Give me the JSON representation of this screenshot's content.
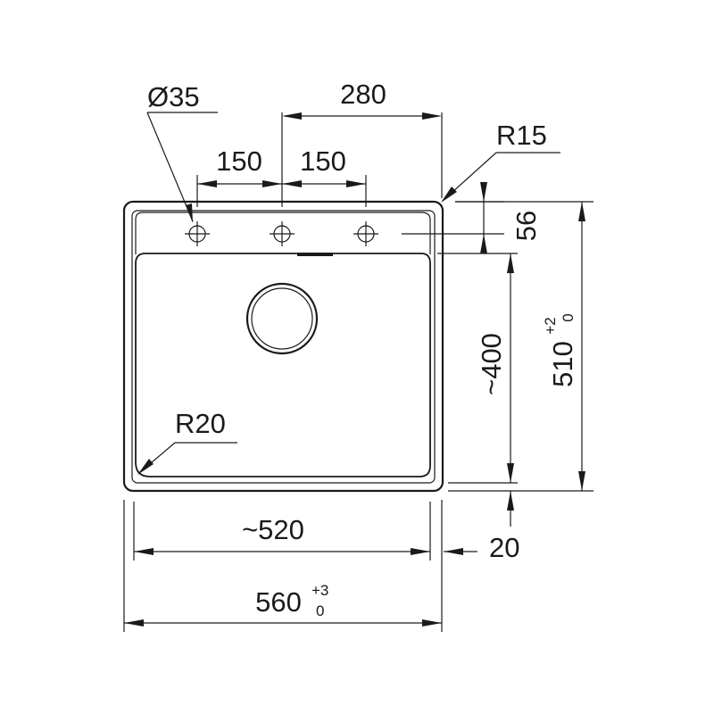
{
  "drawing": {
    "labels": {
      "dia_tap": "Ø35",
      "dim_280": "280",
      "dim_150_left": "150",
      "dim_150_right": "150",
      "radius_corner_outer": "R15",
      "dim_56": "56",
      "dim_400": "~400",
      "dim_510": "510",
      "tol_510_upper": "+2",
      "tol_510_lower": "0",
      "radius_bowl": "R20",
      "dim_520": "~520",
      "dim_20": "20",
      "dim_560": "560",
      "tol_560_upper": "+3",
      "tol_560_lower": "0"
    }
  }
}
